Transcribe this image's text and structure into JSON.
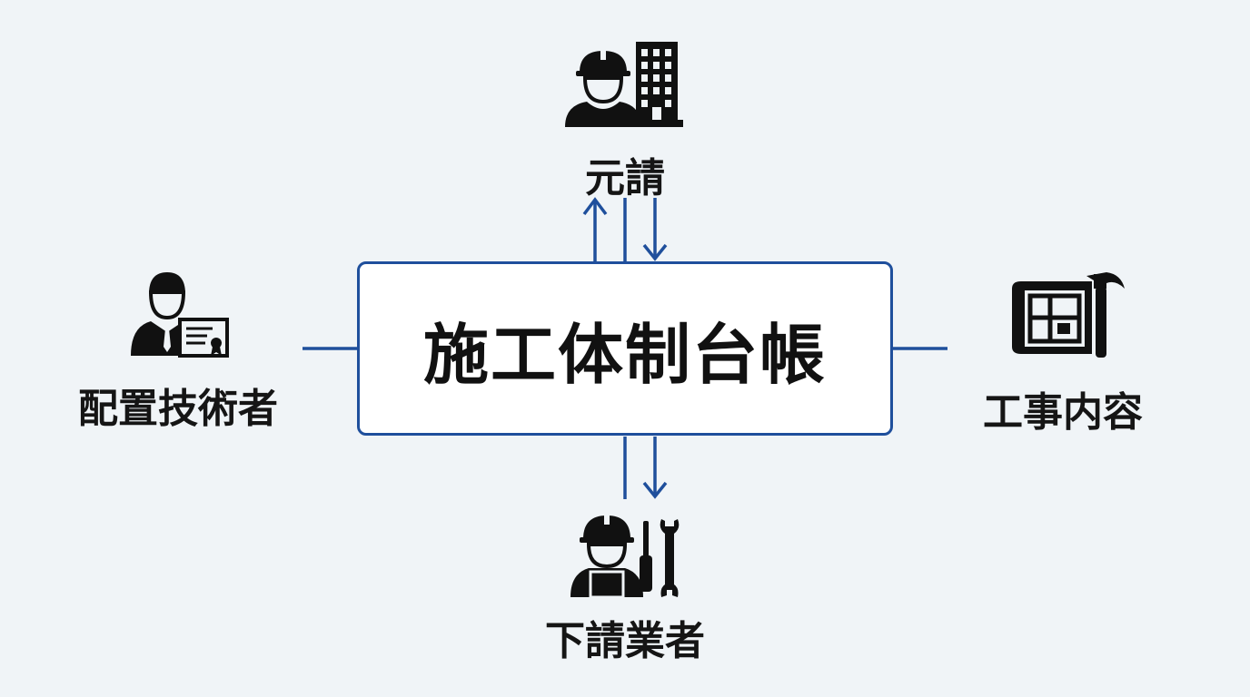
{
  "center": {
    "title": "施工体制台帳"
  },
  "nodes": {
    "top": {
      "label": "元請",
      "icon": "contractor-building-icon"
    },
    "left": {
      "label": "配置技術者",
      "icon": "engineer-certificate-icon"
    },
    "right": {
      "label": "工事内容",
      "icon": "blueprint-hammer-icon"
    },
    "bottom": {
      "label": "下請業者",
      "icon": "worker-tools-icon"
    }
  },
  "colors": {
    "connector": "#1f4f9c",
    "icon": "#111111",
    "background": "#f0f4f7"
  }
}
